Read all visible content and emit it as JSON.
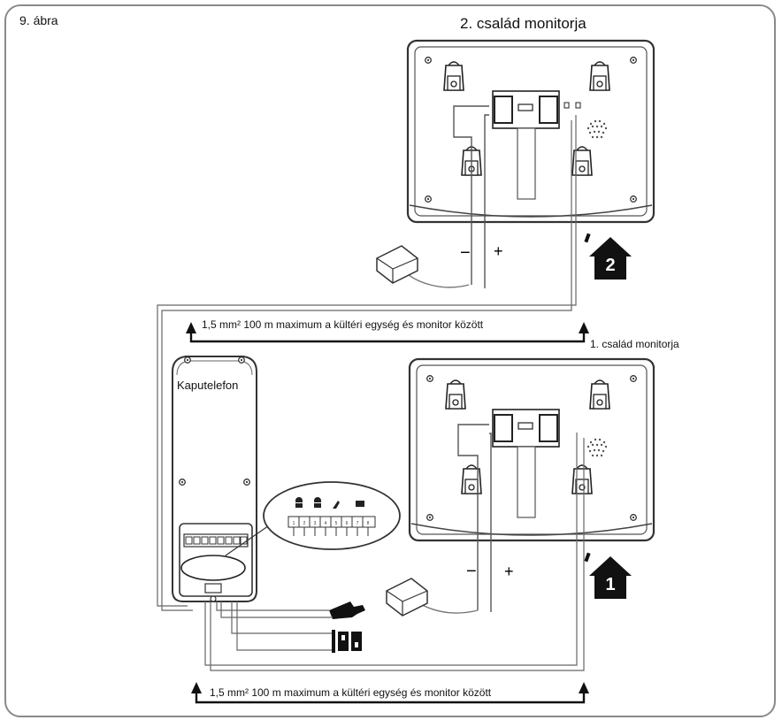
{
  "figure_label": "9. ábra",
  "monitor_2": {
    "title": "2. család monitorja",
    "minus": "−",
    "plus": "+",
    "house_number": "2",
    "icon": "house-icon"
  },
  "monitor_1": {
    "title": "1. család monitorja",
    "minus": "−",
    "plus": "+",
    "house_number": "1",
    "icon": "house-icon"
  },
  "door_station": {
    "title": "Kaputelefon"
  },
  "cables": {
    "top_note": "1,5 mm² 100 m maximum a kültéri egység és monitor között",
    "bottom_note": "1,5 mm² 100 m maximum a kültéri egység és monitor között"
  },
  "terminal_zoom": {
    "numbers": [
      "1",
      "2",
      "3",
      "4",
      "5",
      "6",
      "7",
      "8"
    ]
  },
  "accessories": [
    "electric-lock-icon",
    "gate-opener-icon"
  ]
}
